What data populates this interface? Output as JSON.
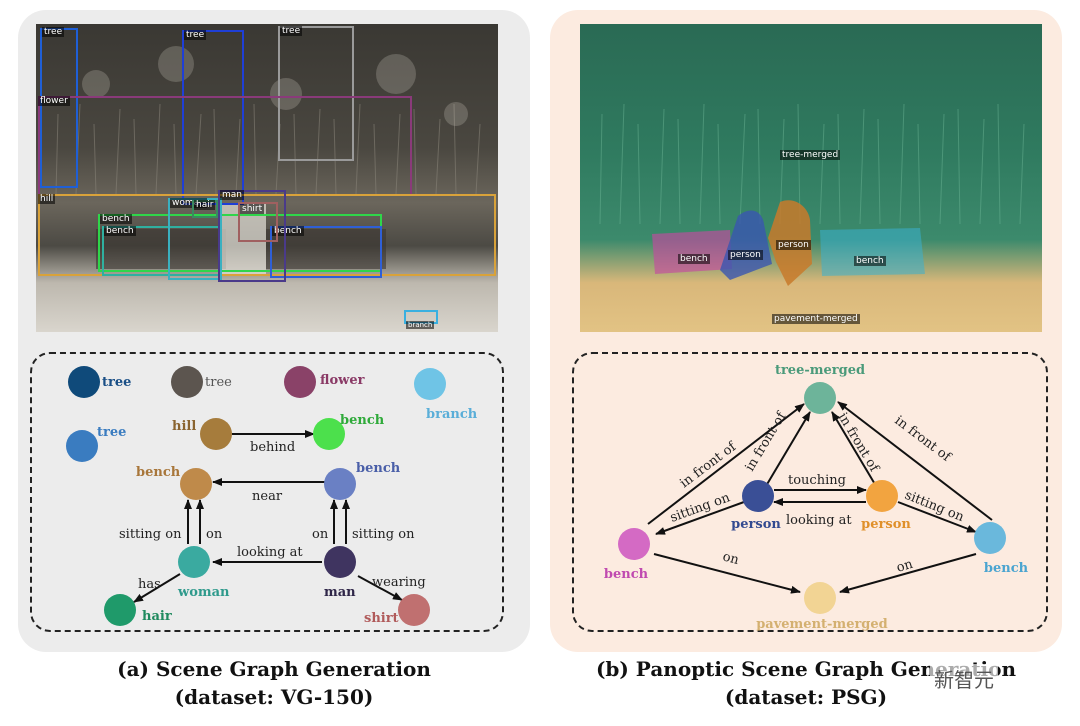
{
  "panel_a": {
    "detections": [
      {
        "label": "tree",
        "color": "#1f5fd6"
      },
      {
        "label": "tree",
        "color": "#1f3fd6"
      },
      {
        "label": "tree",
        "color": "#9a9a9a"
      },
      {
        "label": "flower",
        "color": "#8a3a7a"
      },
      {
        "label": "hill",
        "color": "#d9a23a"
      },
      {
        "label": "bench",
        "color": "#2fd64a"
      },
      {
        "label": "bench",
        "color": "#2fb0a0"
      },
      {
        "label": "bench",
        "color": "#2f5fd6"
      },
      {
        "label": "woman",
        "color": "#3ab0c0"
      },
      {
        "label": "hair",
        "color": "#3a8a60"
      },
      {
        "label": "man",
        "color": "#4a3a8a"
      },
      {
        "label": "shirt",
        "color": "#a06060"
      },
      {
        "label": "branch",
        "color": "#3ab0e0"
      }
    ],
    "legend": [
      {
        "label": "tree",
        "color": "#0f4a7a",
        "label_color": "#1a4f86"
      },
      {
        "label": "tree",
        "color": "#5c554f",
        "label_color": "#555555"
      },
      {
        "label": "flower",
        "color": "#8a4268",
        "label_color": "#8a3a66"
      },
      {
        "label": "branch",
        "color": "#6fc4e6",
        "label_color": "#5aaed8"
      },
      {
        "label": "tree",
        "color": "#3a7cc0",
        "label_color": "#3a7cc0"
      }
    ],
    "nodes": [
      {
        "label": "hill",
        "color": "#a67c3c",
        "label_color": "#8a6430"
      },
      {
        "label": "bench",
        "color": "#4ce04c",
        "label_color": "#2faa3a"
      },
      {
        "label": "bench",
        "color": "#bf8a4a",
        "label_color": "#a8763a"
      },
      {
        "label": "bench",
        "color": "#6a80c4",
        "label_color": "#4a5fa8"
      },
      {
        "label": "woman",
        "color": "#3aaaa0",
        "label_color": "#2f9a8c"
      },
      {
        "label": "man",
        "color": "#3f3460",
        "label_color": "#2f2648"
      },
      {
        "label": "hair",
        "color": "#1f9a6a",
        "label_color": "#1f8a5e"
      },
      {
        "label": "shirt",
        "color": "#c07070",
        "label_color": "#b05a5a"
      }
    ],
    "edges": [
      "behind",
      "near",
      "sitting on",
      "on",
      "on",
      "sitting on",
      "looking at",
      "has",
      "wearing"
    ],
    "caption_line1": "(a) Scene Graph Generation",
    "caption_line2": "(dataset: VG-150)"
  },
  "panel_b": {
    "segments": [
      {
        "label": "tree-merged",
        "color": "#2f8a66"
      },
      {
        "label": "person",
        "color": "#3a56b0"
      },
      {
        "label": "person",
        "color": "#c87a2a"
      },
      {
        "label": "bench",
        "color": "#c44aa0"
      },
      {
        "label": "bench",
        "color": "#3ab0d0"
      },
      {
        "label": "pavement-merged",
        "color": "#e6c27a"
      }
    ],
    "nodes": [
      {
        "label": "tree-merged",
        "color": "#6db49a",
        "label_color": "#4a9a7a"
      },
      {
        "label": "person",
        "color": "#3a4f96",
        "label_color": "#334a90"
      },
      {
        "label": "person",
        "color": "#f2a440",
        "label_color": "#e0902a"
      },
      {
        "label": "bench",
        "color": "#d46ac4",
        "label_color": "#c04ab0"
      },
      {
        "label": "bench",
        "color": "#6ab8dc",
        "label_color": "#4aa4d0"
      },
      {
        "label": "pavement-merged",
        "color": "#f2d494",
        "label_color": "#d4b070"
      }
    ],
    "edges": [
      "in front of",
      "in front of",
      "in front of",
      "in front of",
      "touching",
      "looking at",
      "sitting on",
      "sitting on",
      "on",
      "on"
    ],
    "caption_line1": "(b) Panoptic Scene Graph Generation",
    "caption_line2": "(dataset: PSG)"
  },
  "watermark": "新智元"
}
